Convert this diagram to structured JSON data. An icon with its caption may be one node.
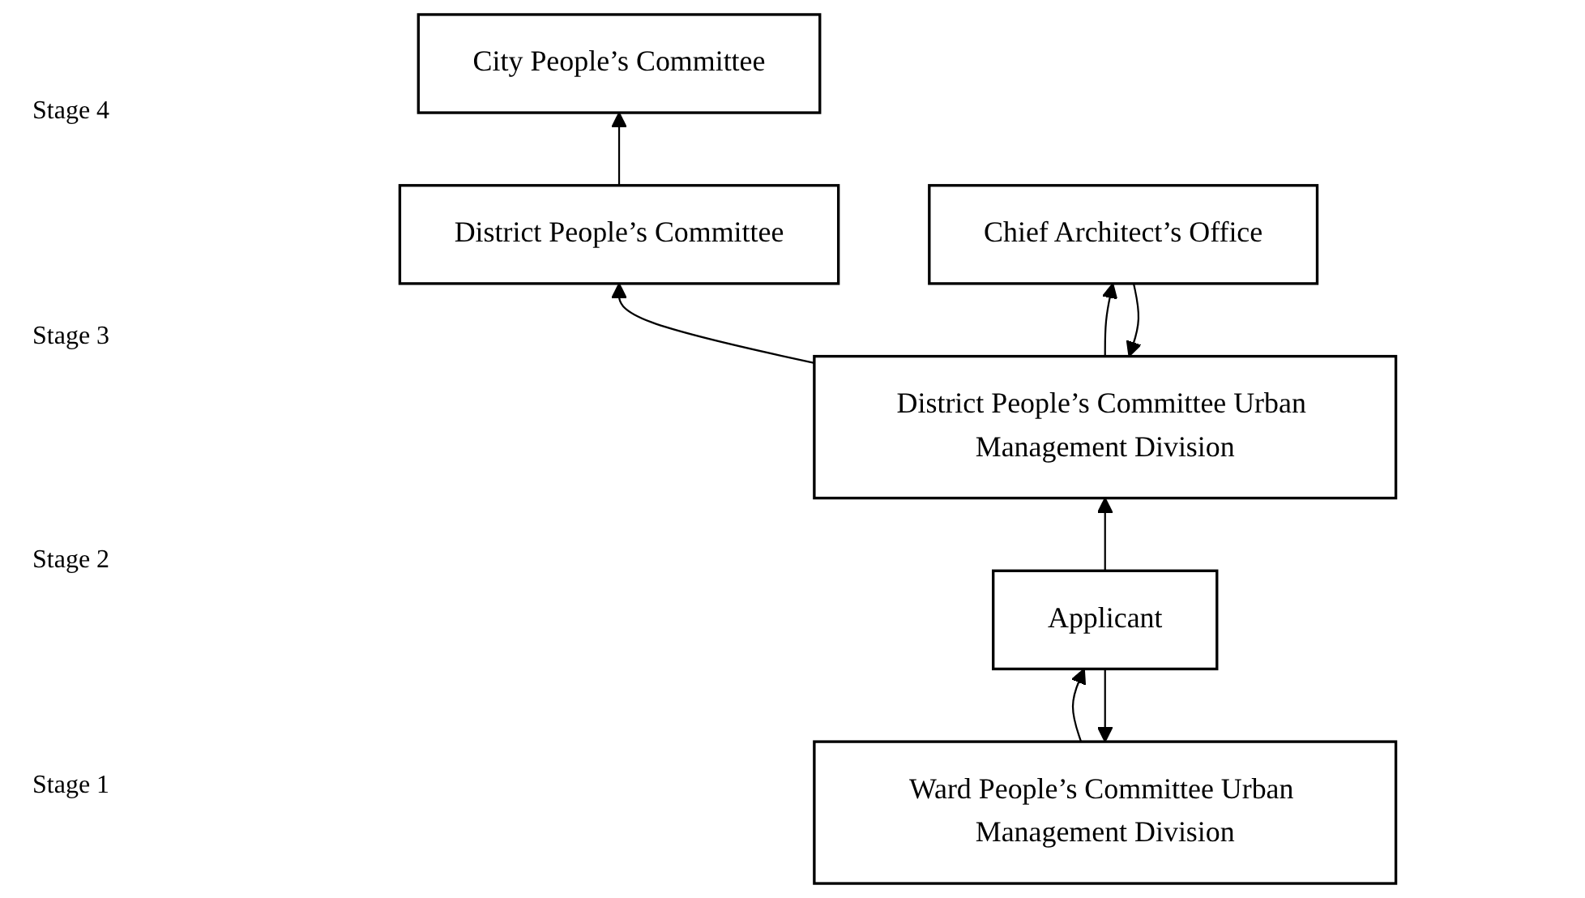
{
  "diagram": {
    "nodes": [
      {
        "text": [
          "City People’s Committee"
        ]
      },
      {
        "text": [
          "District People’s Committee"
        ]
      },
      {
        "text": [
          "District People’s Committee Urban Management Division"
        ]
      },
      {
        "text": [
          "Chief Architect’s Office"
        ]
      },
      {
        "text": [
          "Ward People’s Committee Urban Management Division"
        ]
      },
      {
        "text": [
          "Applicant"
        ]
      }
    ],
    "edges": [
      {
        "from": 1,
        "to": 0,
        "arrow": "to"
      },
      {
        "from": 2,
        "to": 1,
        "arrow": "to"
      },
      {
        "from": 2,
        "to": 3,
        "arrow": "to"
      },
      {
        "from": 3,
        "to": 2,
        "arrow": "to"
      },
      {
        "from": 4,
        "to": 5,
        "arrow": "to"
      },
      {
        "from": 5,
        "to": 4,
        "arrow": "to"
      },
      {
        "from": 5,
        "to": 2,
        "arrow": "to"
      }
    ],
    "labels": [
      "Stage 4",
      "Stage 3",
      "Stage 2",
      "Stage 1"
    ]
  }
}
